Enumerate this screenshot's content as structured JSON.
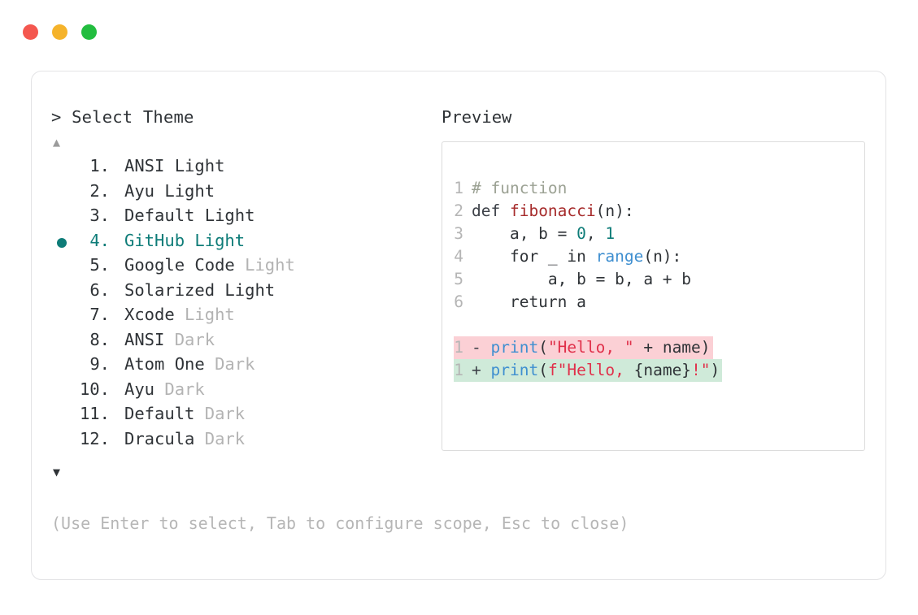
{
  "window": {
    "dots": [
      {
        "name": "close-dot",
        "color": "#f4574f"
      },
      {
        "name": "minimize-dot",
        "color": "#f5b32b"
      },
      {
        "name": "maximize-dot",
        "color": "#22bd3f"
      }
    ]
  },
  "picker": {
    "title": "> Select Theme",
    "scroll_up_icon": "▲",
    "scroll_down_icon": "▼",
    "selected_index": 4,
    "bullet_color": "#0e7c78",
    "items": [
      {
        "index": "1.",
        "label": "ANSI Light",
        "tag": "",
        "selected": false
      },
      {
        "index": "2.",
        "label": "Ayu Light",
        "tag": "",
        "selected": false
      },
      {
        "index": "3.",
        "label": "Default Light",
        "tag": "",
        "selected": false
      },
      {
        "index": "4.",
        "label": "GitHub Light",
        "tag": "",
        "selected": true
      },
      {
        "index": "5.",
        "label": "Google Code",
        "tag": "Light",
        "selected": false
      },
      {
        "index": "6.",
        "label": "Solarized Light",
        "tag": "",
        "selected": false
      },
      {
        "index": "7.",
        "label": "Xcode",
        "tag": "Light",
        "selected": false
      },
      {
        "index": "8.",
        "label": "ANSI",
        "tag": "Dark",
        "selected": false
      },
      {
        "index": "9.",
        "label": "Atom One",
        "tag": "Dark",
        "selected": false
      },
      {
        "index": "10.",
        "label": "Ayu",
        "tag": "Dark",
        "selected": false
      },
      {
        "index": "11.",
        "label": "Default",
        "tag": "Dark",
        "selected": false
      },
      {
        "index": "12.",
        "label": "Dracula",
        "tag": "Dark",
        "selected": false
      }
    ],
    "hint": "(Use Enter to select, Tab to configure scope, Esc to close)"
  },
  "preview": {
    "title": "Preview",
    "code_lines": [
      {
        "number": "1",
        "tokens": [
          {
            "text": "# function",
            "type": "comment"
          }
        ]
      },
      {
        "number": "2",
        "tokens": [
          {
            "text": "def ",
            "type": "keyword"
          },
          {
            "text": "fibonacci",
            "type": "func"
          },
          {
            "text": "(n):",
            "type": "plain"
          }
        ]
      },
      {
        "number": "3",
        "tokens": [
          {
            "text": "    a, b = ",
            "type": "plain"
          },
          {
            "text": "0",
            "type": "num"
          },
          {
            "text": ", ",
            "type": "plain"
          },
          {
            "text": "1",
            "type": "num"
          }
        ]
      },
      {
        "number": "4",
        "tokens": [
          {
            "text": "    for _ in ",
            "type": "plain"
          },
          {
            "text": "range",
            "type": "builtin"
          },
          {
            "text": "(n):",
            "type": "plain"
          }
        ]
      },
      {
        "number": "5",
        "tokens": [
          {
            "text": "        a, b = b, a + b",
            "type": "plain"
          }
        ]
      },
      {
        "number": "6",
        "tokens": [
          {
            "text": "    return a",
            "type": "plain"
          }
        ]
      }
    ],
    "diff_lines": [
      {
        "number": "1",
        "kind": "del",
        "background": "#fbd0d5",
        "tokens": [
          {
            "text": "- ",
            "type": "diffmark"
          },
          {
            "text": "print",
            "type": "builtin"
          },
          {
            "text": "(",
            "type": "plain"
          },
          {
            "text": "\"Hello, \"",
            "type": "string"
          },
          {
            "text": " + name)",
            "type": "plain"
          }
        ]
      },
      {
        "number": "1",
        "kind": "add",
        "background": "#cfead9",
        "tokens": [
          {
            "text": "+ ",
            "type": "diffmark"
          },
          {
            "text": "print",
            "type": "builtin"
          },
          {
            "text": "(",
            "type": "plain"
          },
          {
            "text": "f\"Hello, ",
            "type": "string"
          },
          {
            "text": "{name}",
            "type": "plain"
          },
          {
            "text": "!\"",
            "type": "string"
          },
          {
            "text": ")",
            "type": "plain"
          }
        ]
      }
    ]
  }
}
